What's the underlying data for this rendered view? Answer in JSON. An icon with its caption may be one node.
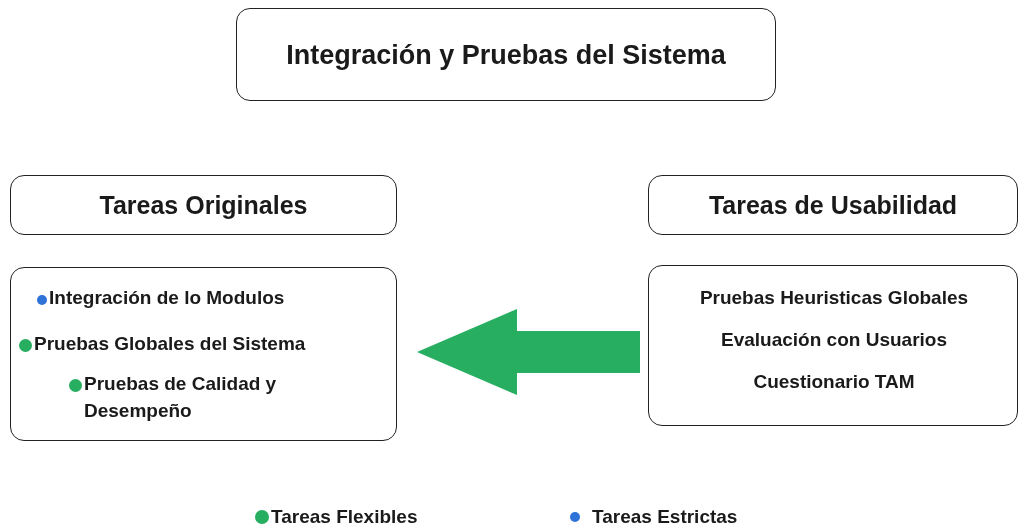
{
  "diagram": {
    "nodes": [
      {
        "text": [
          "Integración y Pruebas del Sistema"
        ]
      },
      {
        "text": [
          "Tareas Originales"
        ]
      },
      {
        "text": [
          "Tareas de Usabilidad"
        ]
      },
      {
        "text": [
          "Integración de lo Modulos",
          "Pruebas Globales del Sistema",
          "Pruebas de Calidad y Desempeño"
        ]
      },
      {
        "text": [
          "Pruebas Heuristicas Globales",
          "Evaluación con Usuarios",
          "Cuestionario TAM"
        ]
      }
    ],
    "edges": [
      {
        "from": 4,
        "to": 3,
        "arrow": "to",
        "style": "thick",
        "color": "#27ae60"
      }
    ],
    "legend": [
      {
        "text": "Tareas Flexibles",
        "color": "#27ae60"
      },
      {
        "text": "Tareas Estrictas",
        "color": "#2f72d8"
      }
    ]
  }
}
